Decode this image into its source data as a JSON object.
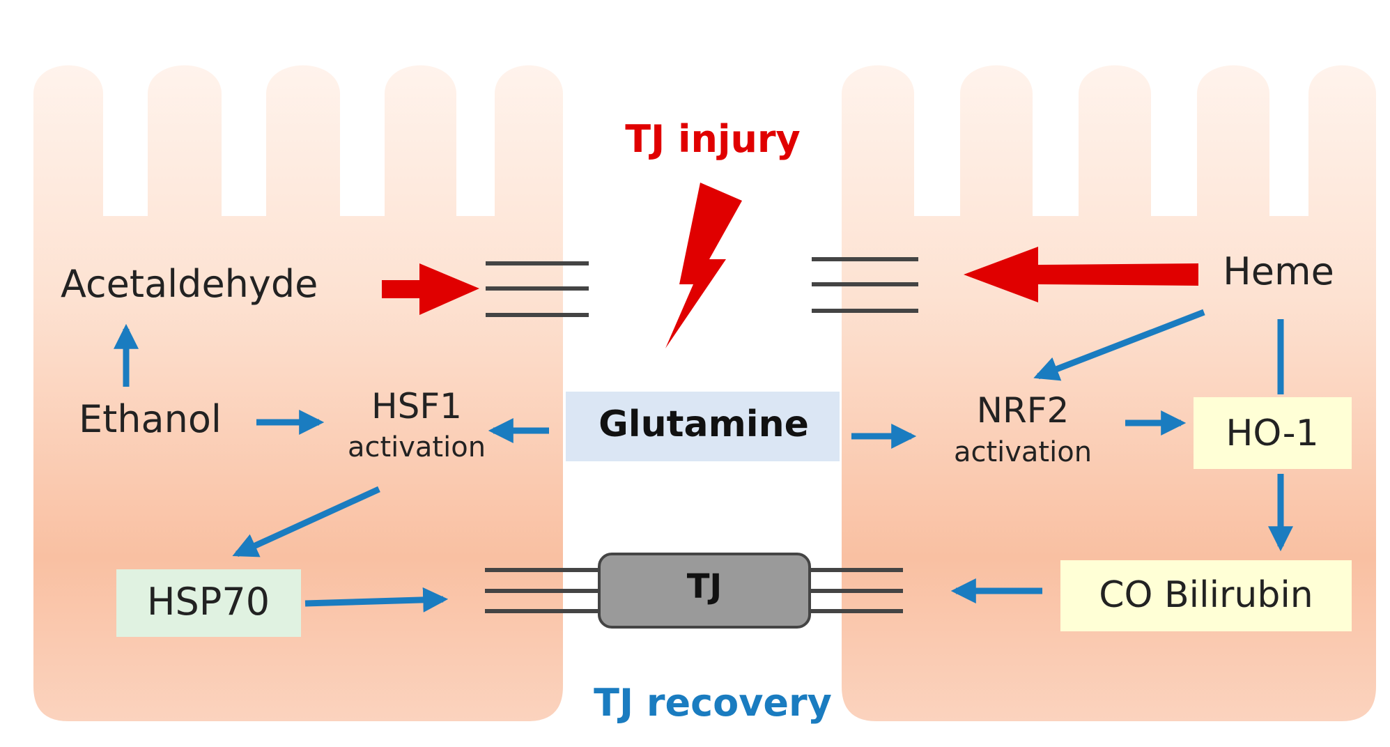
{
  "colors": {
    "cell_light": "#fde4d5",
    "cell_dark": "#f9bd9e",
    "injury_red": "#e00000",
    "recovery_blue": "#1a7cc0",
    "text_dark": "#222222",
    "line_dark": "#444444",
    "glutamine_box": "#dbe6f4",
    "yellow_box": "#ffffd6",
    "green_box": "#e0f2e1",
    "tj_box": "#9a9a9a"
  },
  "title_injury": "TJ injury",
  "title_recovery": "TJ recovery",
  "left_cell": {
    "acetaldehyde": "Acetaldehyde",
    "ethanol": "Ethanol",
    "hsf1": "HSF1",
    "hsf1_sub": "activation",
    "hsp70": "HSP70"
  },
  "center": {
    "glutamine": "Glutamine",
    "tj": "TJ"
  },
  "right_cell": {
    "heme": "Heme",
    "nrf2": "NRF2",
    "nrf2_sub": "activation",
    "ho1": "HO-1",
    "co_bilirubin": "CO Bilirubin"
  },
  "icons": [
    "lightning-bolt-icon"
  ]
}
